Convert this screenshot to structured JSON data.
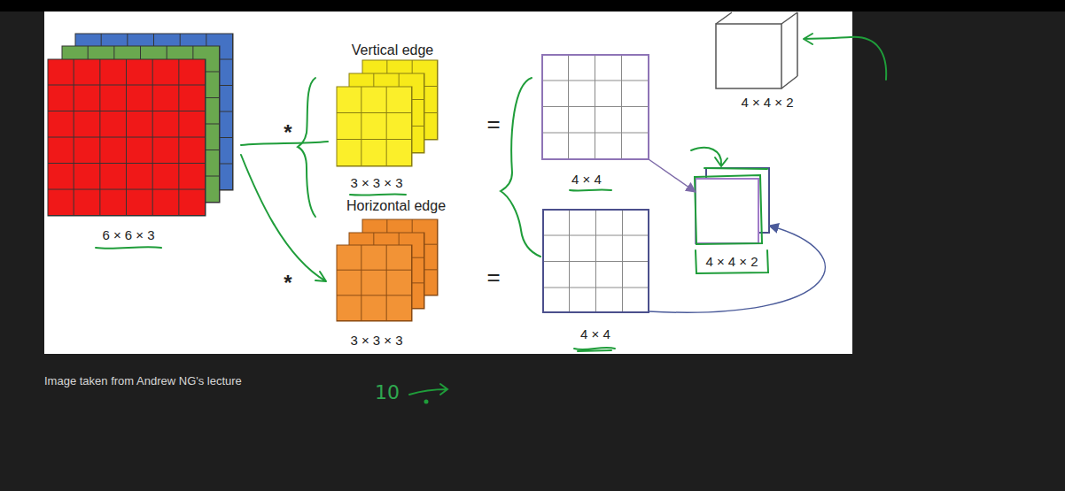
{
  "diagram": {
    "caption": "Image taken from Andrew NG's lecture",
    "nodes": [
      {
        "text": [
          "6 × 6 × 3"
        ]
      },
      {
        "text": [
          "Vertical edge",
          "3 × 3 × 3"
        ]
      },
      {
        "text": [
          "Horizontal edge",
          "3 × 3 × 3"
        ]
      },
      {
        "text": [
          "4 × 4"
        ]
      },
      {
        "text": [
          "4 × 4"
        ]
      },
      {
        "text": [
          "4 × 4 × 2"
        ]
      },
      {
        "text": [
          "4 × 4 × 2"
        ]
      }
    ],
    "edges": [
      {
        "from": 3,
        "to": 5,
        "arrow": "to"
      },
      {
        "from": 4,
        "to": 5,
        "arrow": "to"
      }
    ],
    "labels": [
      "*",
      "=",
      "*",
      "=",
      "10"
    ]
  }
}
